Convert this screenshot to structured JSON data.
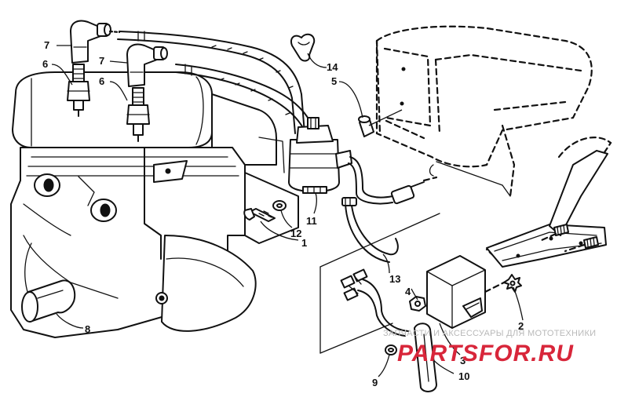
{
  "callouts": {
    "c1": "1",
    "c2": "2",
    "c3": "3",
    "c4": "4",
    "c5": "5",
    "c6a": "6",
    "c6b": "6",
    "c7a": "7",
    "c7b": "7",
    "c8": "8",
    "c9": "9",
    "c10": "10",
    "c11": "11",
    "c12": "12",
    "c13": "13",
    "c14": "14"
  },
  "watermark": {
    "tagline": "ЗАПЧАСТИ И АКСЕССУАРЫ ДЛЯ МОТОТЕХНИКИ",
    "brand": "PARTSFOR.RU",
    "brand_color": "#d8263a"
  },
  "colors": {
    "line": "#111111",
    "background": "#ffffff"
  }
}
